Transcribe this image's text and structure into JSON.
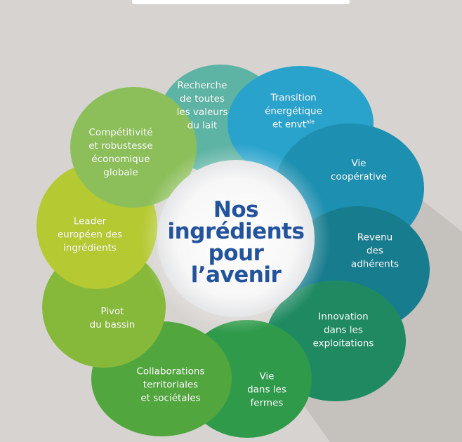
{
  "title": "Nos\ningrédients\npour\nl’avenir",
  "petals": [
    {
      "id": "recherche",
      "text": "Recherche\nde toutes\nles valeurs\ndu lait",
      "color": "#5db3a4"
    },
    {
      "id": "transition",
      "text": "Transition\nénergétique\net envt",
      "sup": "ale",
      "color": "#2aa3cc"
    },
    {
      "id": "vie-cooperative",
      "text": "Vie\ncoopérative",
      "color": "#1d8fb0"
    },
    {
      "id": "revenu",
      "text": "Revenu\ndes\nadhérents",
      "color": "#177c8e"
    },
    {
      "id": "innovation",
      "text": "Innovation\ndans les\nexploitations",
      "color": "#1f8a62"
    },
    {
      "id": "vie-fermes",
      "text": "Vie\ndans les\nfermes",
      "color": "#2f9a4a"
    },
    {
      "id": "collaborations",
      "text": "Collaborations\nterritoriales\net sociétales",
      "color": "#52a63e"
    },
    {
      "id": "pivot",
      "text": "Pivot\ndu bassin",
      "color": "#86b83a"
    },
    {
      "id": "leader",
      "text": "Leader\neuropéen des\ningrédients",
      "color": "#b5c933"
    },
    {
      "id": "competitivite",
      "text": "Compétitivité\net robustesse\néconomique\nglobale",
      "color": "#8cbf5a"
    }
  ]
}
